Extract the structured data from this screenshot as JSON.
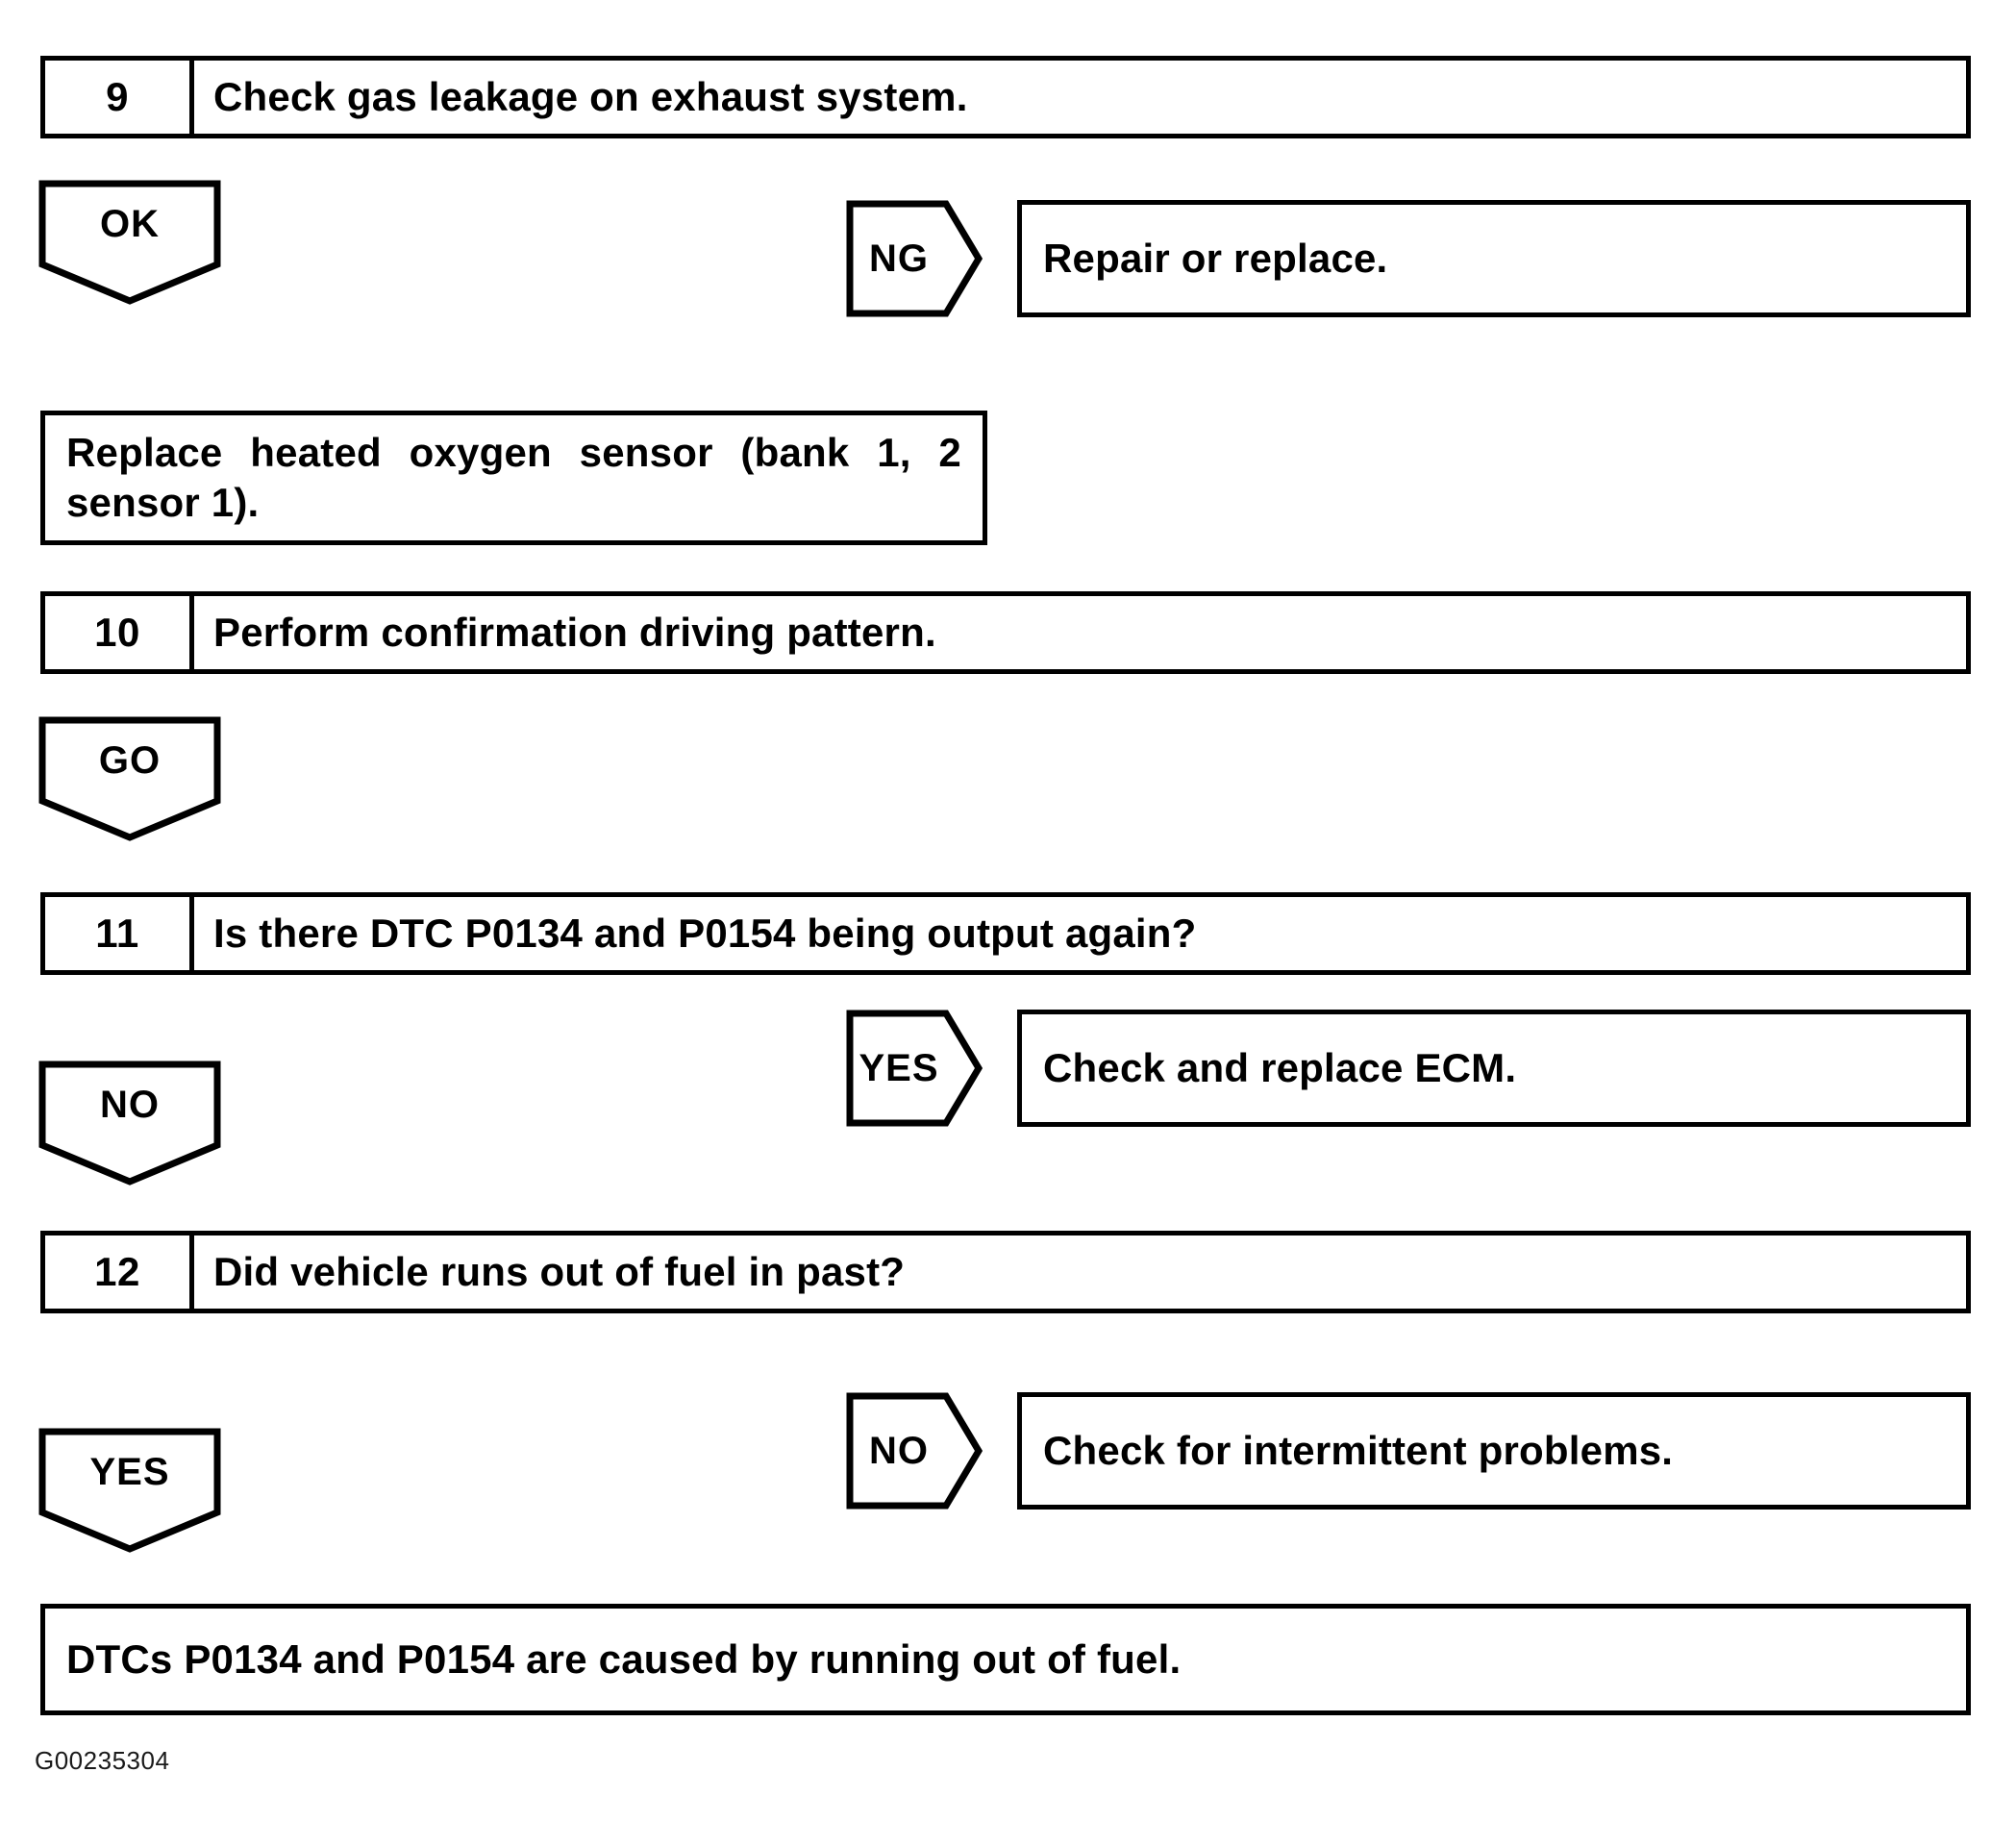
{
  "figure": {
    "id_label": "G00235304",
    "type": "diagnostic-flowchart"
  },
  "steps": [
    {
      "number": "9",
      "text": "Check gas leakage on exhaust system."
    },
    {
      "number": "10",
      "text": "Perform confirmation driving pattern."
    },
    {
      "number": "11",
      "text": "Is there DTC P0134 and P0154 being output again?"
    },
    {
      "number": "12",
      "text": "Did vehicle runs out of fuel in past?"
    }
  ],
  "branches": {
    "step9_ok": "OK",
    "step9_ng": "NG",
    "step10_go": "GO",
    "step11_no": "NO",
    "step11_yes": "YES",
    "step12_yes": "YES",
    "step12_no": "NO"
  },
  "actions": {
    "repair_or_replace": "Repair or replace.",
    "replace_sensor_line1": "Replace heated oxygen sensor (bank 1, 2",
    "replace_sensor_line2": "sensor 1).",
    "check_replace_ecm": "Check and replace ECM.",
    "check_intermittent": "Check for intermittent problems.",
    "conclusion": "DTCs P0134 and P0154 are caused by running out of fuel."
  },
  "colors": {
    "ink": "#000000",
    "paper": "#ffffff"
  }
}
